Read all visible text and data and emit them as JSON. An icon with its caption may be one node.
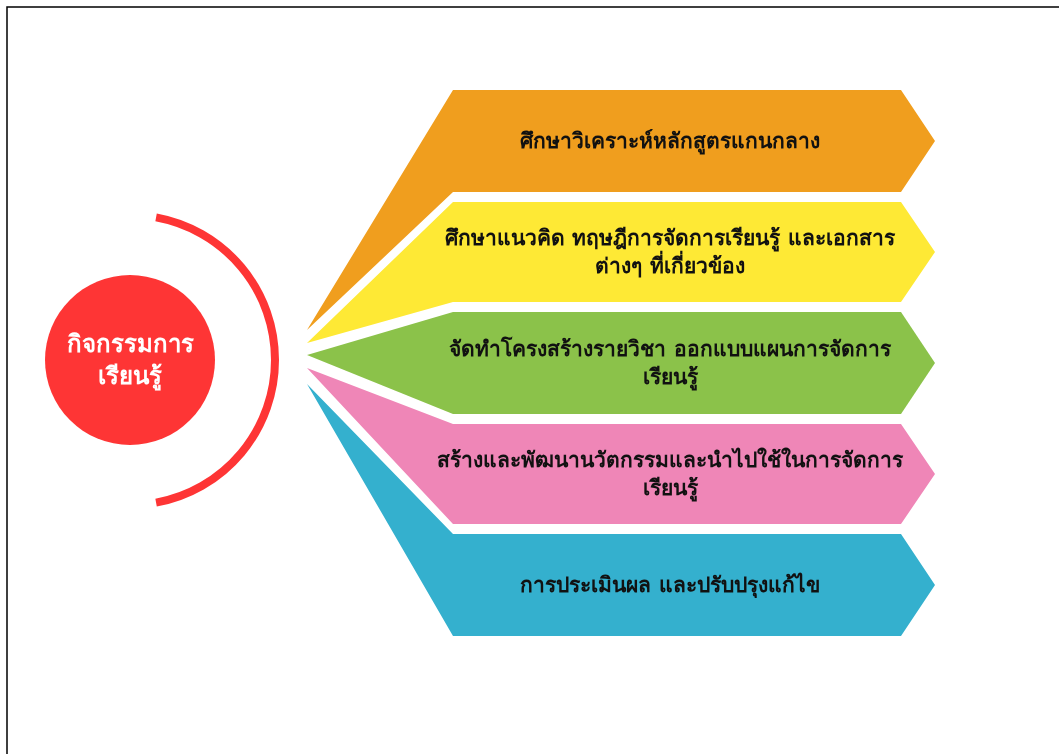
{
  "diagram": {
    "nodes": [
      {
        "text": [
          "กิจกรรมการเรียนรู้"
        ]
      },
      {
        "text": [
          "ศึกษาวิเคราะห์หลักสูตรแกนกลาง"
        ]
      },
      {
        "text": [
          "ศึกษาแนวคิด ทฤษฎีการจัดการเรียนรู้ และเอกสารต่างๆ ที่เกี่ยวข้อง"
        ]
      },
      {
        "text": [
          "จัดทำโครงสร้างรายวิชา ออกแบบแผนการจัดการเรียนรู้"
        ]
      },
      {
        "text": [
          "สร้างและพัฒนานวัตกรรมและนำไปใช้ในการจัดการเรียนรู้"
        ]
      },
      {
        "text": [
          "การประเมินผล และปรับปรุงแก้ไข"
        ]
      }
    ]
  }
}
